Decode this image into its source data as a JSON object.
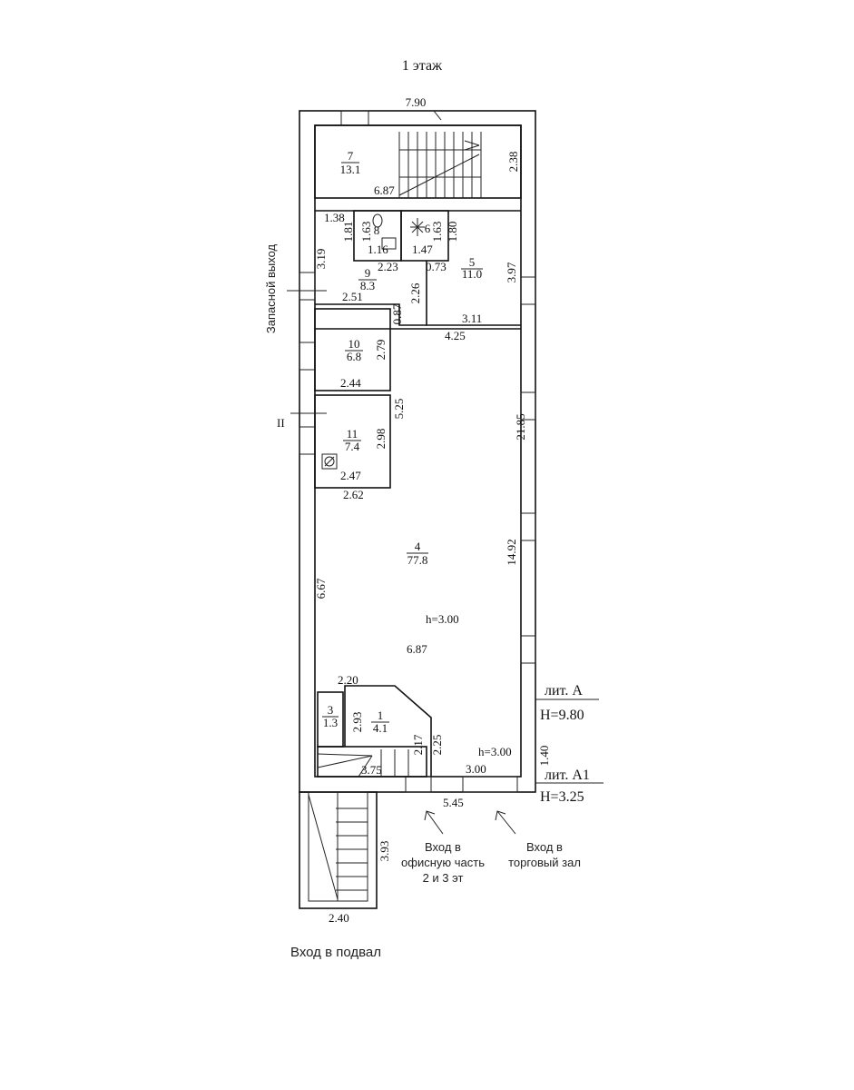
{
  "title": "1 этаж",
  "rooms": [
    {
      "num": "7",
      "area": "13.1"
    },
    {
      "num": "8",
      "area": ""
    },
    {
      "num": "6",
      "area": ""
    },
    {
      "num": "5",
      "area": "11.0"
    },
    {
      "num": "9",
      "area": "8.3"
    },
    {
      "num": "10",
      "area": "6.8"
    },
    {
      "num": "11",
      "area": "7.4"
    },
    {
      "num": "4",
      "area": "77.8"
    },
    {
      "num": "3",
      "area": "1.3"
    },
    {
      "num": "1",
      "area": "4.1"
    }
  ],
  "dims": {
    "top_width": "7.90",
    "r7_height": "2.38",
    "r7_width": "6.87",
    "d138": "1.38",
    "d181": "1.81",
    "d163a": "1.63",
    "d116": "1.16",
    "d163b": "1.63",
    "d180": "1.80",
    "d147": "1.47",
    "d319": "3.19",
    "d223": "2.23",
    "d073": "0.73",
    "d397": "3.97",
    "d226": "2.26",
    "d251": "2.51",
    "d087": "0.87",
    "d311": "3.11",
    "d425": "4.25",
    "d279": "2.79",
    "d244": "2.44",
    "d525": "5.25",
    "d298": "2.98",
    "d247": "2.47",
    "d262": "2.62",
    "d2185": "21.85",
    "d1492": "14.92",
    "d667": "6.67",
    "d687": "6.87",
    "d220": "2.20",
    "d293": "2.93",
    "d217": "2.17",
    "d225": "2.25",
    "d375": "3.75",
    "d300": "3.00",
    "d545": "5.45",
    "d140": "1.40",
    "d393": "3.93",
    "d240": "2.40"
  },
  "heights": {
    "main": "h=3.00",
    "entry": "h=3.00"
  },
  "lit": {
    "a": "лит. А",
    "a_h": "Н=9.80",
    "a1": "лит. А1",
    "a1_h": "Н=3.25"
  },
  "notes": {
    "emergency_exit": "Запасной выход",
    "roman": "II",
    "office_entry": [
      "Вход в",
      "офисную часть",
      "2 и 3 эт"
    ],
    "shop_entry": [
      "Вход в",
      "торговый зал"
    ],
    "basement_entry": "Вход в подвал"
  }
}
